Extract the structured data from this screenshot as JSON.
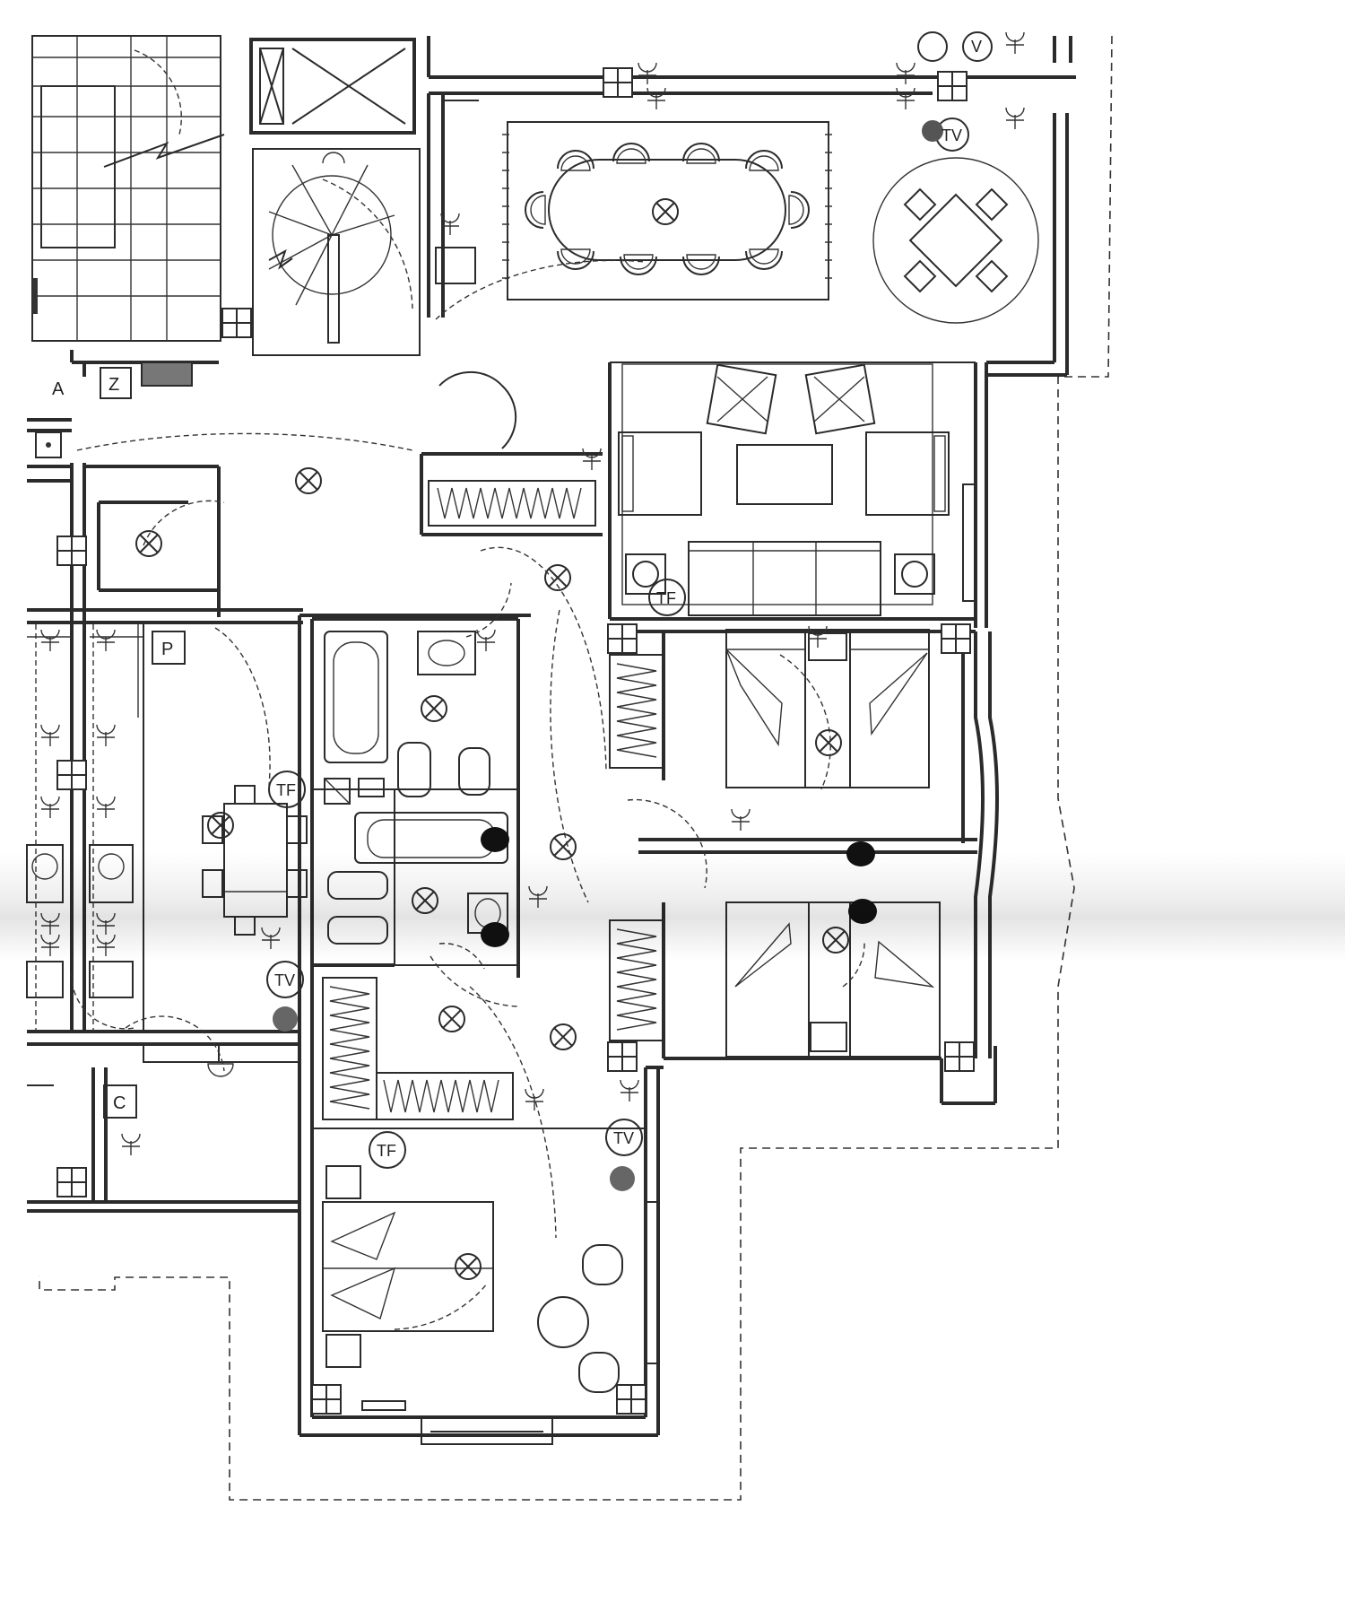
{
  "symbols": {
    "tv_label": "TV",
    "tf_label": "TF",
    "v_label": "V",
    "code_z": "Z",
    "code_p": "P",
    "code_c": "C",
    "code_a": "A"
  },
  "icons": [
    "ceiling-light-icon",
    "power-socket-icon",
    "tv-outlet-icon",
    "phone-outlet-icon",
    "radiator-icon",
    "door-swing-icon",
    "window-icon",
    "marker-dot-icon"
  ],
  "colors": {
    "line": "#2b2b2b",
    "paper": "#ffffff",
    "marker": "#111111"
  }
}
